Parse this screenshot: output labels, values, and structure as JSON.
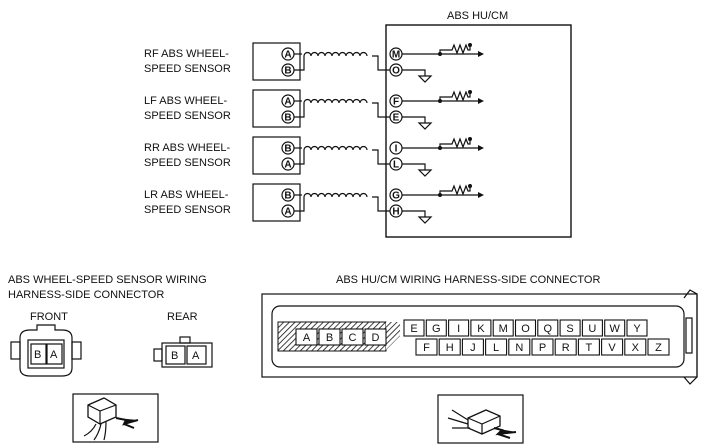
{
  "module": {
    "title": "ABS  HU/CM"
  },
  "sensors": [
    {
      "line1": "RF ABS WHEEL-",
      "line2": "SPEED SENSOR",
      "sensor_pins": [
        "A",
        "B"
      ],
      "module_pins": [
        "M",
        "O"
      ]
    },
    {
      "line1": "LF ABS WHEEL-",
      "line2": "SPEED SENSOR",
      "sensor_pins": [
        "A",
        "B"
      ],
      "module_pins": [
        "F",
        "E"
      ]
    },
    {
      "line1": "RR ABS WHEEL-",
      "line2": "SPEED SENSOR",
      "sensor_pins": [
        "B",
        "A"
      ],
      "module_pins": [
        "I",
        "L"
      ]
    },
    {
      "line1": "LR ABS WHEEL-",
      "line2": "SPEED SENSOR",
      "sensor_pins": [
        "B",
        "A"
      ],
      "module_pins": [
        "G",
        "H"
      ]
    }
  ],
  "sensor_connector": {
    "title_line1": "ABS WHEEL-SPEED SENSOR WIRING",
    "title_line2": "HARNESS-SIDE CONNECTOR",
    "front_label": "FRONT",
    "rear_label": "REAR",
    "front_pins": [
      "B",
      "A"
    ],
    "rear_pins": [
      "B",
      "A"
    ]
  },
  "module_connector": {
    "title": "ABS HU/CM WIRING HARNESS-SIDE CONNECTOR",
    "shaded_pins": [
      "A",
      "B",
      "C",
      "D"
    ],
    "top_row": [
      "E",
      "G",
      "I",
      "K",
      "M",
      "O",
      "Q",
      "S",
      "U",
      "W",
      "Y"
    ],
    "bottom_row": [
      "F",
      "H",
      "J",
      "L",
      "N",
      "P",
      "R",
      "T",
      "V",
      "X",
      "Z"
    ]
  }
}
